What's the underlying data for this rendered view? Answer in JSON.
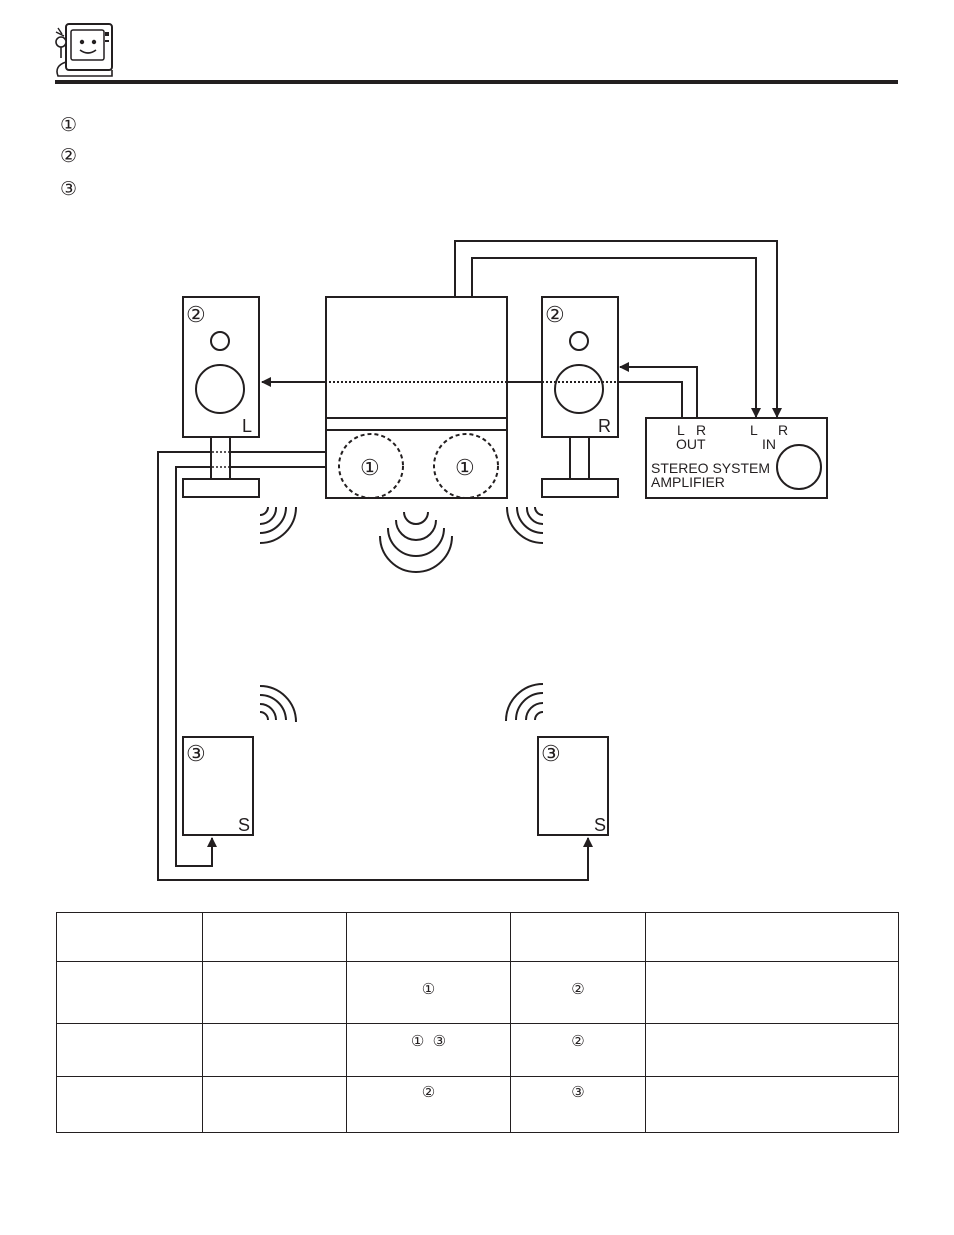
{
  "legend": {
    "items": [
      {
        "marker": "①"
      },
      {
        "marker": "②"
      },
      {
        "marker": "③"
      }
    ]
  },
  "diagram": {
    "front_left": {
      "marker": "②",
      "channel": "L"
    },
    "front_right": {
      "marker": "②",
      "channel": "R"
    },
    "tv_speakers": [
      {
        "marker": "①"
      },
      {
        "marker": "①"
      }
    ],
    "surround_left": {
      "marker": "③",
      "channel": "S"
    },
    "surround_right": {
      "marker": "③",
      "channel": "S"
    },
    "amplifier": {
      "out_label": "OUT",
      "in_label": "IN",
      "out_l": "L",
      "out_r": "R",
      "in_l": "L",
      "in_r": "R",
      "name_line1": "STEREO SYSTEM",
      "name_line2": "AMPLIFIER"
    }
  },
  "table": {
    "rows": [
      {
        "cells": [
          "",
          "",
          "",
          "",
          ""
        ]
      },
      {
        "cells": [
          "",
          "",
          "①",
          "②",
          ""
        ]
      },
      {
        "cells": [
          "",
          "",
          "①  ③",
          "②",
          ""
        ]
      },
      {
        "cells": [
          "",
          "",
          "②",
          "③",
          ""
        ]
      }
    ]
  }
}
